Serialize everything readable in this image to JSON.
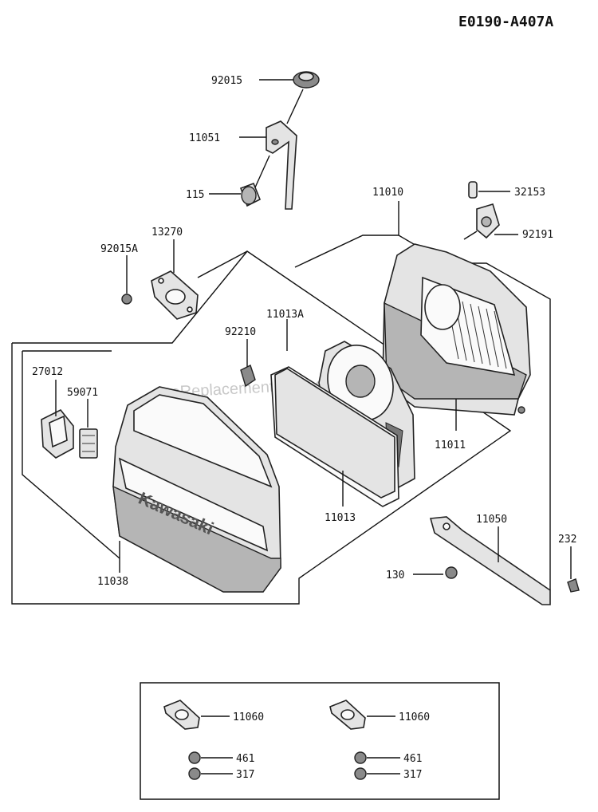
{
  "diagram_code": "E0190-A407A",
  "watermark": "eReplacementParts.com",
  "brand_marking": "Kawasaki",
  "part_labels": {
    "p92015": "92015",
    "p11051": "11051",
    "p115": "115",
    "p13270": "13270",
    "p92015A": "92015A",
    "p11010": "11010",
    "p32153": "32153",
    "p92191": "92191",
    "p92210": "92210",
    "p11013A": "11013A",
    "p27012": "27012",
    "p59071": "59071",
    "p11011": "11011",
    "p11013": "11013",
    "p11050": "11050",
    "p232": "232",
    "p130": "130",
    "p11038": "11038"
  },
  "inset_left": {
    "gasket": "11060",
    "nut": "461",
    "washer": "317"
  },
  "inset_right": {
    "gasket": "11060",
    "nut": "461",
    "washer": "317"
  }
}
